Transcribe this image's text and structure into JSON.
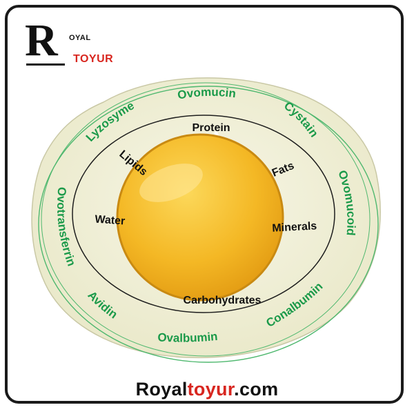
{
  "logo": {
    "letter": "R",
    "top_word": "OYAL",
    "bottom_word": "TOYUR"
  },
  "outer_ring_labels": {
    "ovomucin": "Ovomucin",
    "cystain": "Cystain",
    "ovomucoid": "Ovomucoid",
    "conalbumin": "Conalbumin",
    "ovalbumin": "Ovalbumin",
    "avidin": "Avidin",
    "ovotransferrin": "Ovotransferrin",
    "lyzosyme": "Lyzosyme"
  },
  "inner_ring_labels": {
    "protein": "Protein",
    "fats": "Fats",
    "minerals": "Minerals",
    "carbohydrates": "Carbohydrates",
    "water": "Water",
    "lipids": "Lipids"
  },
  "footer": {
    "part1": "Royal",
    "part2": "toyur",
    "part3": ".com"
  },
  "colors": {
    "green_label": "#1b9a4a",
    "red_brand": "#d8261f",
    "yolk": "#f3b728",
    "egg_white": "#f2f1d9"
  }
}
